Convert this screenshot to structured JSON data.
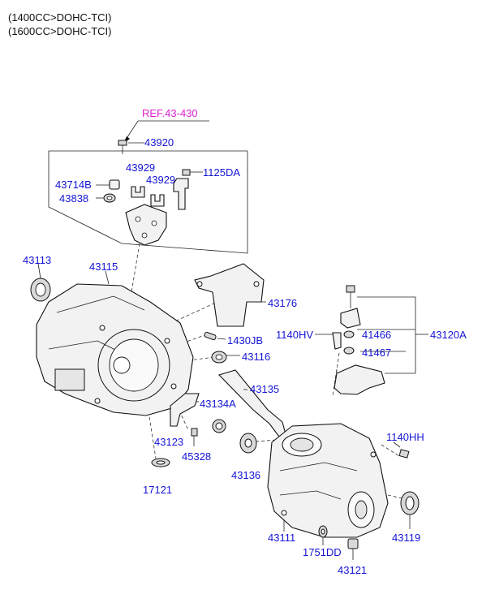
{
  "header": {
    "line1": "(1400CC>DOHC-TCI)",
    "line2": "(1600CC>DOHC-TCI)"
  },
  "ref_label": "REF.43-430",
  "part_labels": {
    "p43920": "43920",
    "p43929a": "43929",
    "p43929b": "43929",
    "p1125DA": "1125DA",
    "p43714B": "43714B",
    "p43838": "43838",
    "p43113": "43113",
    "p43115": "43115",
    "p43176": "43176",
    "p1430JB": "1430JB",
    "p43116": "43116",
    "p43135": "43135",
    "p43134A": "43134A",
    "p43123": "43123",
    "p45328": "45328",
    "p17121": "17121",
    "p43136": "43136",
    "p1140HV": "1140HV",
    "p41466": "41466",
    "p41467": "41467",
    "p43120A": "43120A",
    "p1140HH": "1140HH",
    "p43119": "43119",
    "p43111": "43111",
    "p1751DD": "1751DD",
    "p43121": "43121"
  },
  "colors": {
    "part_number": "#1515d6",
    "reference": "#e020d0",
    "line_art": "#222222"
  }
}
